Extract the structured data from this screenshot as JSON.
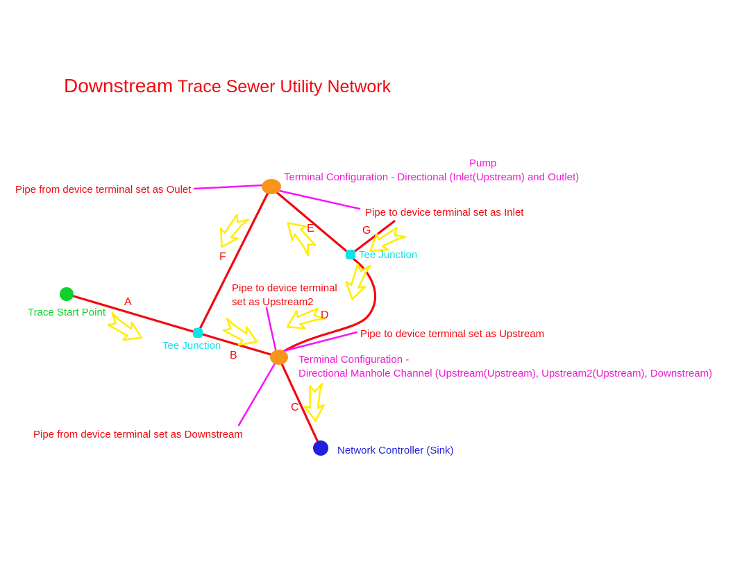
{
  "title": {
    "primary": "Downstream",
    "secondary": " Trace Sewer Utility Network"
  },
  "nodes": {
    "pump": {
      "label": "Pump",
      "config": "Terminal Configuration - Directional (Inlet(Upstream) and Outlet)"
    },
    "tee_junction_upper": {
      "label": "Tee Junction"
    },
    "tee_junction_lower": {
      "label": "Tee Junction"
    },
    "manhole": {
      "config_line1": "Terminal Configuration -",
      "config_line2": "Directional Manhole Channel (Upstream(Upstream), Upstream2(Upstream), Downstream)"
    },
    "trace_start": {
      "label": "Trace Start Point"
    },
    "sink": {
      "label": "Network Controller (Sink)"
    }
  },
  "pipe_labels": {
    "a": "A",
    "b": "B",
    "c": "C",
    "d": "D",
    "e": "E",
    "f": "F",
    "g": "G"
  },
  "annotations": {
    "outlet": "Pipe from device terminal set as Oulet",
    "inlet": "Pipe to device terminal set as Inlet",
    "upstream2_line1": "Pipe to device terminal",
    "upstream2_line2": "set as Upstream2",
    "upstream": "Pipe to device terminal set as Upstream",
    "downstream": "Pipe from device terminal set as Downstream"
  },
  "colors": {
    "red": "#f2090f",
    "magenta_leader": "#fa10fa",
    "pink_text": "#ee1bd1",
    "cyan": "#0fe3e9",
    "green": "#0ed12b",
    "blue": "#1f1fdc",
    "orange": "#f7941d",
    "yellow": "#ffee00"
  }
}
